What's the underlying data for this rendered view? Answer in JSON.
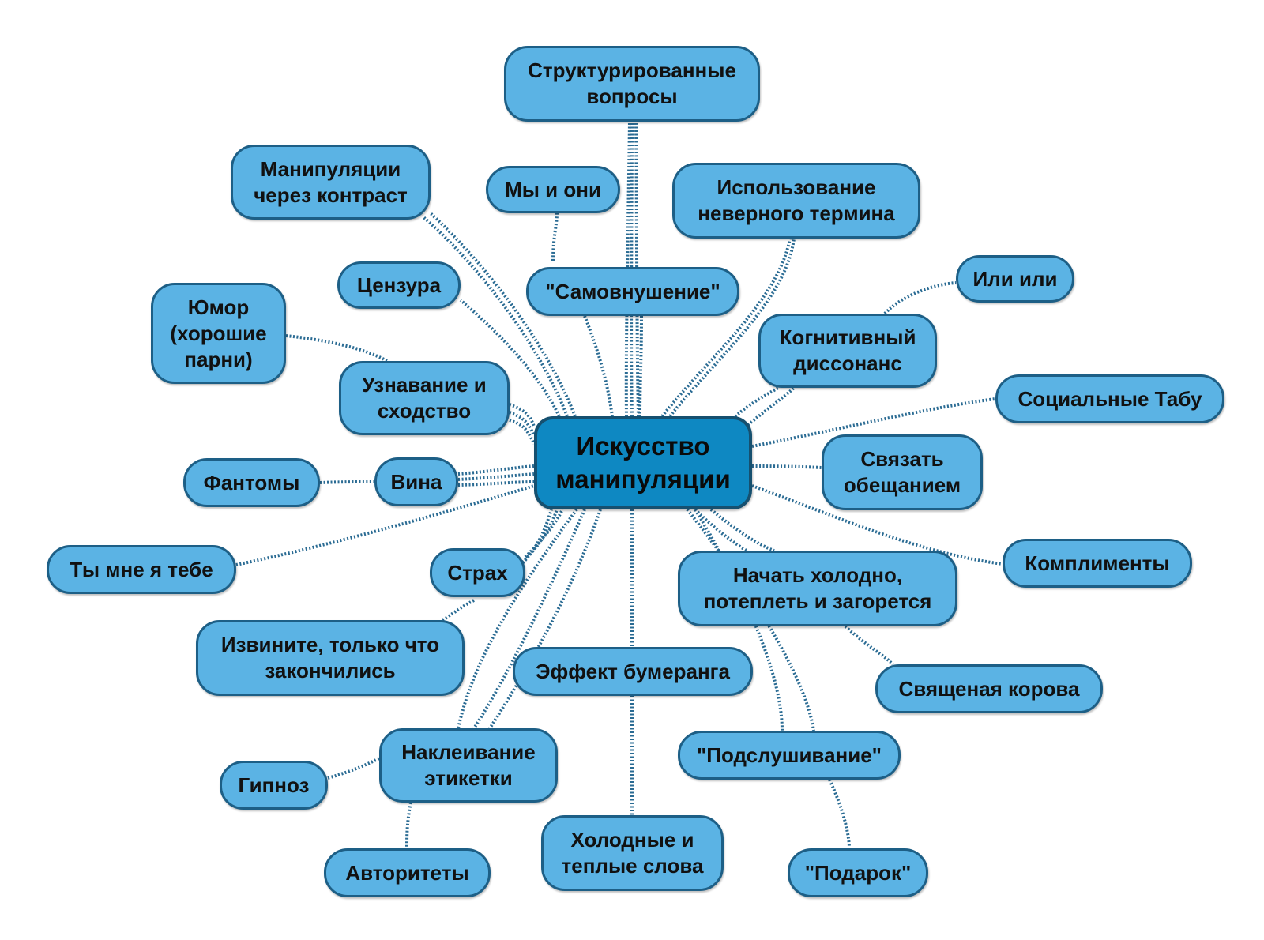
{
  "center": "Искусство\nманипуляции",
  "nodes": [
    {
      "id": "structured",
      "text": "Структурированные\nвопросы"
    },
    {
      "id": "contrast",
      "text": "Манипуляции\nчерез контраст"
    },
    {
      "id": "we-they",
      "text": "Мы и они"
    },
    {
      "id": "wrong-term",
      "text": "Использование\nневерного термина"
    },
    {
      "id": "censorship",
      "text": "Цензура"
    },
    {
      "id": "self-suggestion",
      "text": "\"Самовнушение\""
    },
    {
      "id": "either-or",
      "text": "Или или"
    },
    {
      "id": "humor",
      "text": "Юмор\n(хорошие\nпарни)"
    },
    {
      "id": "cognitive",
      "text": "Когнитивный\nдиссонанс"
    },
    {
      "id": "recognition",
      "text": "Узнавание и\nсходство"
    },
    {
      "id": "social-taboo",
      "text": "Социальные Табу"
    },
    {
      "id": "phantoms",
      "text": "Фантомы"
    },
    {
      "id": "guilt",
      "text": "Вина"
    },
    {
      "id": "promise",
      "text": "Связать\nобещанием"
    },
    {
      "id": "you-me",
      "text": "Ты мне я тебе"
    },
    {
      "id": "fear",
      "text": "Страх"
    },
    {
      "id": "compliments",
      "text": "Комплименты"
    },
    {
      "id": "cold-warm",
      "text": "Начать холодно,\nпотеплеть и загорется"
    },
    {
      "id": "sorry",
      "text": "Извините, только что\nзакончились"
    },
    {
      "id": "boomerang",
      "text": "Эффект бумеранга"
    },
    {
      "id": "sacred-cow",
      "text": "Священая корова"
    },
    {
      "id": "labeling",
      "text": "Наклеивание\nэтикетки"
    },
    {
      "id": "eavesdrop",
      "text": "\"Подслушивание\""
    },
    {
      "id": "hypnosis",
      "text": "Гипноз"
    },
    {
      "id": "authorities",
      "text": "Авторитеты"
    },
    {
      "id": "hot-cold-words",
      "text": "Холодные и\nтеплые слова"
    },
    {
      "id": "gift",
      "text": "\"Подарок\""
    }
  ],
  "colors": {
    "node_fill": "#5bb3e4",
    "node_border": "#1d5f86",
    "center_fill": "#0e88c2",
    "center_border": "#16506f",
    "connector": "#2a6b93"
  }
}
